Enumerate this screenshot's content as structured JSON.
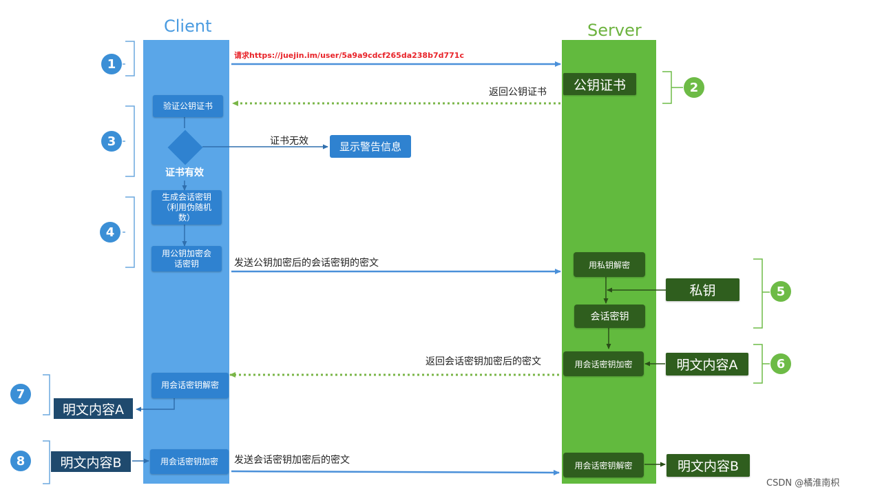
{
  "lanes": {
    "client": "Client",
    "server": "Server"
  },
  "steps": [
    "1",
    "2",
    "3",
    "4",
    "5",
    "6",
    "7",
    "8"
  ],
  "client_boxes": {
    "verify_cert": "验证公钥证书",
    "cert_valid": "证书有效",
    "gen_key_1": "生成会话密钥",
    "gen_key_2": "（利用伪随机",
    "gen_key_3": "数）",
    "encrypt_key_1": "用公钥加密会",
    "encrypt_key_2": "话密钥",
    "decrypt_session": "用会话密钥解密",
    "encrypt_session": "用会话密钥加密"
  },
  "server_boxes": {
    "public_cert": "公钥证书",
    "decrypt_private": "用私钥解密",
    "private_key": "私钥",
    "session_key": "会话密钥",
    "encrypt_session": "用会话密钥加密",
    "plain_a": "明文内容A",
    "decrypt_session": "用会话密钥解密",
    "plain_b": "明文内容B"
  },
  "client_outputs": {
    "plain_a": "明文内容A",
    "plain_b": "明文内容B"
  },
  "warning": "显示警告信息",
  "labels": {
    "request": "请求https://juejin.im/user/5a9a9cdcf265da238b7d771c",
    "return_cert": "返回公钥证书",
    "cert_invalid": "证书无效",
    "send_encrypted_key": "发送公钥加密后的会话密钥的密文",
    "return_ciphertext": "返回会话密钥加密后的密文",
    "send_ciphertext": "发送会话密钥加密后的密文"
  },
  "watermark": "CSDN @橘淮南枳",
  "colors": {
    "client_lane": "#5aa6e8",
    "server_lane": "#62ba3e",
    "client_box": "#2f82d0",
    "server_box": "#2f5e1e",
    "request_text": "#e8242a",
    "arrow_blue": "#4a90d9",
    "arrow_green_dotted": "#7ab648",
    "client_title": "#4a9be0",
    "server_title": "#6db33f"
  }
}
